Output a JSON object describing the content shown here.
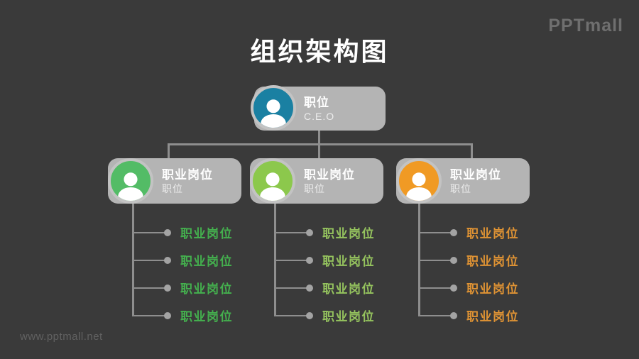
{
  "page": {
    "title": "组织架构图",
    "brand": "PPTmall",
    "watermark": "www.pptmall.net"
  },
  "colors": {
    "background": "#3a3a3a",
    "node_background": "#b4b4b4",
    "connector": "#8e8e8e",
    "root_avatar": "#1a80a2",
    "branch_avatars": [
      "#53bc66",
      "#8cc84c",
      "#f09a24"
    ],
    "leaf_text": [
      "#44b04e",
      "#95c35e",
      "#df9334"
    ]
  },
  "root": {
    "label": "职位",
    "sublabel": "C.E.O"
  },
  "branches": [
    {
      "label": "职业岗位",
      "sublabel": "职位",
      "leaves": [
        "职业岗位",
        "职业岗位",
        "职业岗位",
        "职业岗位"
      ]
    },
    {
      "label": "职业岗位",
      "sublabel": "职位",
      "leaves": [
        "职业岗位",
        "职业岗位",
        "职业岗位",
        "职业岗位"
      ]
    },
    {
      "label": "职业岗位",
      "sublabel": "职位",
      "leaves": [
        "职业岗位",
        "职业岗位",
        "职业岗位",
        "职业岗位"
      ]
    }
  ]
}
